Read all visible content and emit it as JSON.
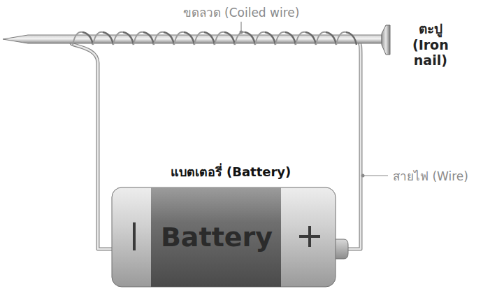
{
  "diagram": {
    "nodes": [
      {
        "text": [
          "แบตเตอรี่ (Battery)",
          "Battery"
        ]
      }
    ],
    "labels": [
      "ขดลวด (Coiled wire)",
      "ตะปู (Iron nail)",
      "สายไฟ (Wire)"
    ]
  }
}
